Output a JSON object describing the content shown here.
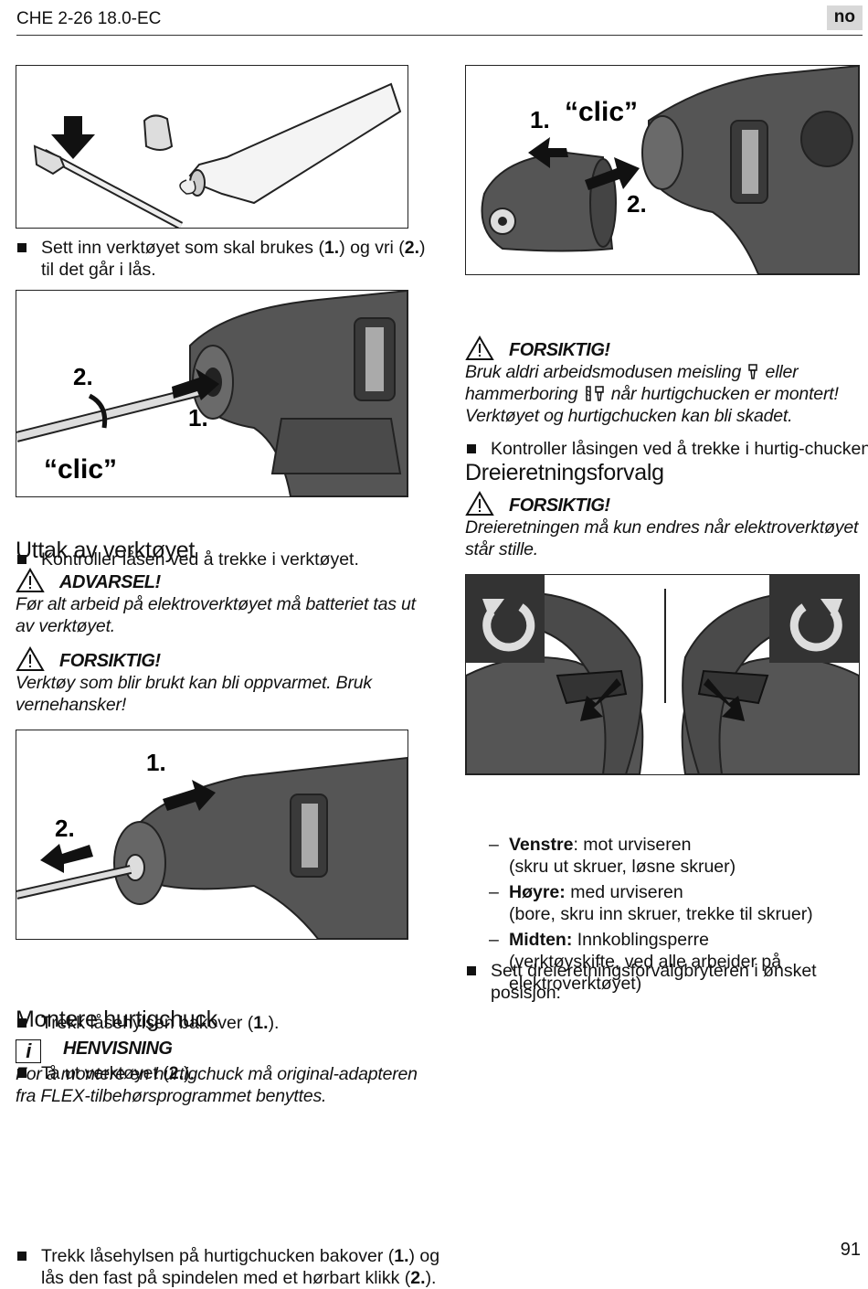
{
  "header": {
    "title": "CHE 2-26 18.0-EC",
    "lang_badge": "no"
  },
  "left": {
    "step1": {
      "a": "Sett inn verktøyet som skal brukes (",
      "n1": "1.",
      "b": ") og vri (",
      "n2": "2.",
      "c": ") til det går i lås."
    },
    "step2": "Kontroller låsen ved å trekke i verktøyet.",
    "heading1": "Uttak av verktøyet",
    "warning1": {
      "label": "ADVARSEL!",
      "text": "Før alt arbeid på elektroverktøyet må batteriet tas ut av verktøyet."
    },
    "caution1": {
      "label": "FORSIKTIG!",
      "text": "Verktøy som blir brukt kan bli oppvarmet. Bruk vernehansker!"
    },
    "step3": {
      "a": "Trekk låsehylsen bakover (",
      "n": "1.",
      "b": ")."
    },
    "step4": {
      "a": "Ta ut verktøyet (",
      "n": "2.",
      "b": ")."
    },
    "heading2": "Montere hurtigchuck",
    "note": {
      "icon": "i",
      "label": "HENVISNING",
      "text": "For å montere en hurtigchuck må original-adapteren fra FLEX-tilbehørsprogrammet benyttes."
    },
    "step5": {
      "a": "Trekk låsehylsen på hurtigchucken bakover (",
      "n1": "1.",
      "b": ") og lås den fast på spindelen med et hørbart klikk (",
      "n2": "2.",
      "c": ")."
    }
  },
  "right": {
    "step1": "Kontroller låsingen ved å trekke i hurtig-chucken.",
    "caution1": {
      "label": "FORSIKTIG!",
      "a": "Bruk aldri arbeidsmodusen meisling",
      "b": " eller hammerboring",
      "c": " når hurtigchucken er montert! Verktøyet og hurtigchucken kan bli skadet."
    },
    "heading": "Dreieretningsforvalg",
    "caution2": {
      "label": "FORSIKTIG!",
      "text": "Dreieretningen må kun endres når elektroverktøyet står stille."
    },
    "step2": "Sett dreieretningsforvalgbryteren i ønsket posisjon:",
    "options": [
      {
        "key": "Venstre",
        "sep": ": mot urviseren",
        "detail": "(skru ut skruer, løsne skruer)"
      },
      {
        "key": "Høyre:",
        "sep": " med urviseren",
        "detail": "(bore, skru inn skruer, trekke til skruer)"
      },
      {
        "key": "Midten:",
        "sep": " Innkoblingsperre",
        "detail": "(verktøyskifte, ved alle arbeider på elektroverktøyet)"
      }
    ]
  },
  "figures": {
    "clic": "“clic”",
    "one": "1.",
    "two": "2."
  },
  "page_number": "91"
}
